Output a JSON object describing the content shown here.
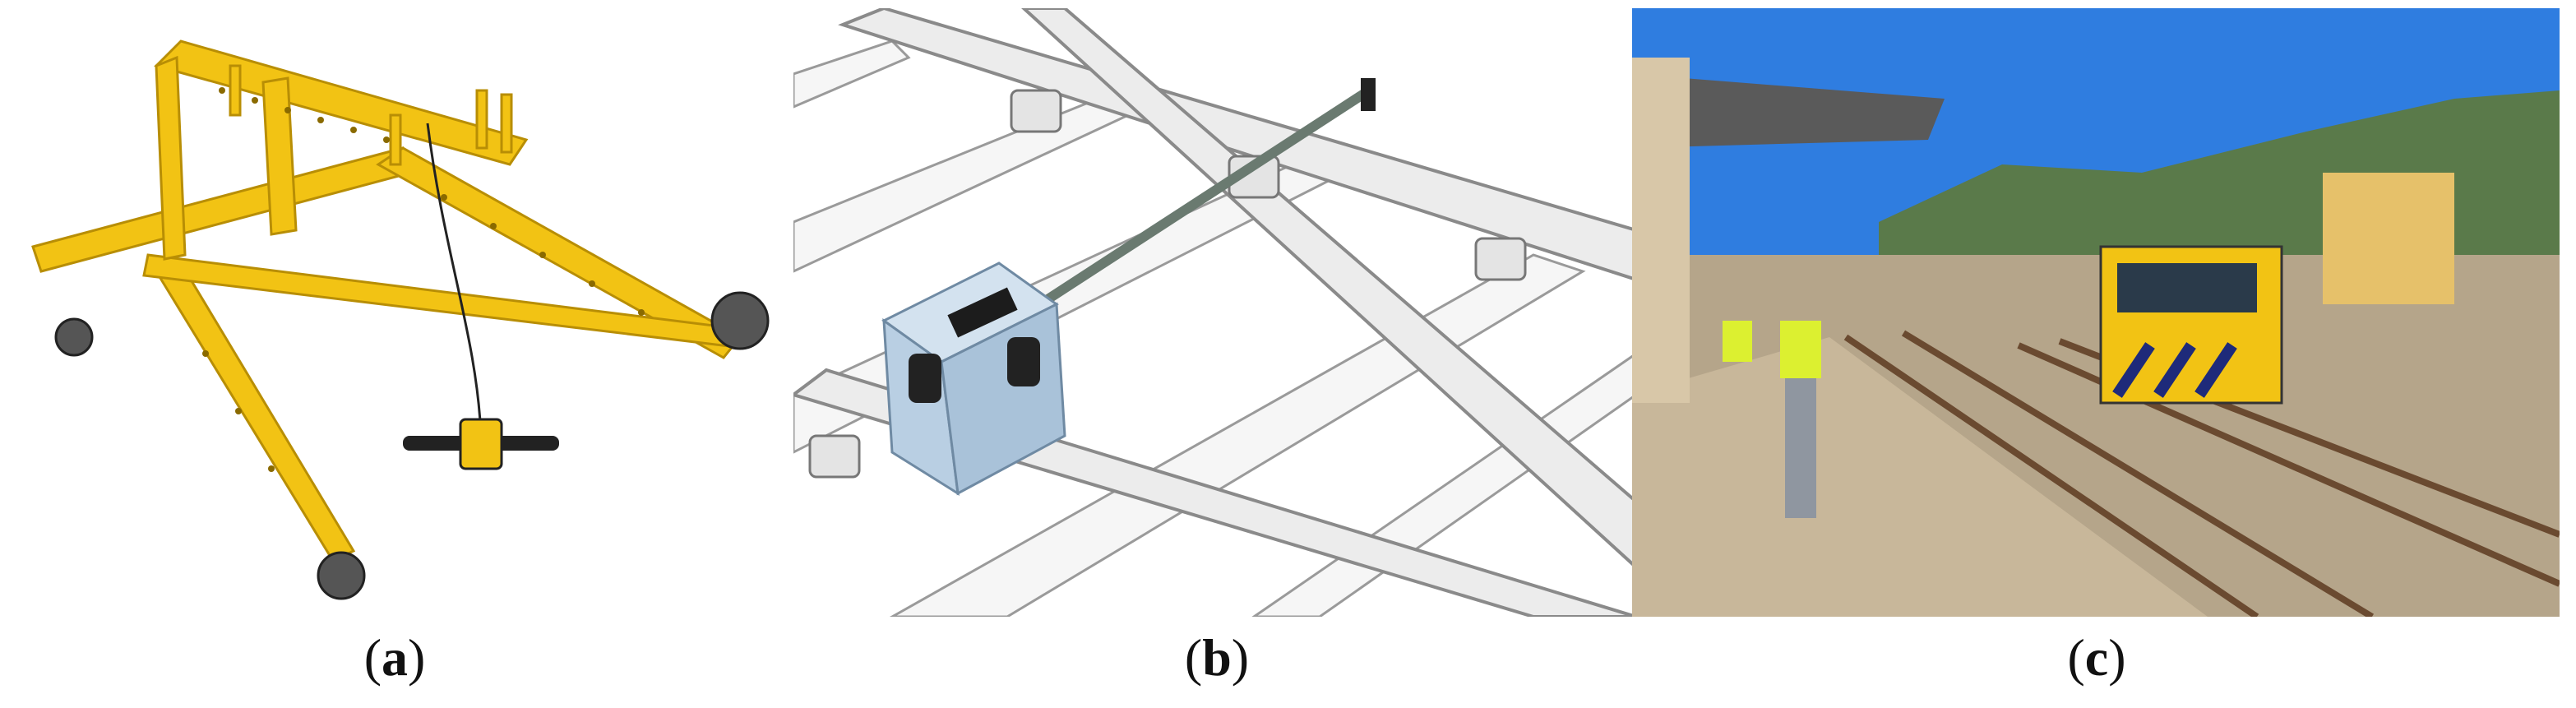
{
  "figure": {
    "panels": [
      {
        "id": "a",
        "caption_open": "(",
        "caption_letter": "a",
        "caption_close": ")"
      },
      {
        "id": "b",
        "caption_open": "(",
        "caption_letter": "b",
        "caption_close": ")"
      },
      {
        "id": "c",
        "caption_open": "(",
        "caption_letter": "c",
        "caption_close": ")"
      }
    ]
  },
  "colors": {
    "trolley_yellow": "#f2c314",
    "sky_blue": "#2f7de0",
    "sensor_box_blue": "#b9cfe3",
    "vest_yellow": "#dcf030"
  }
}
